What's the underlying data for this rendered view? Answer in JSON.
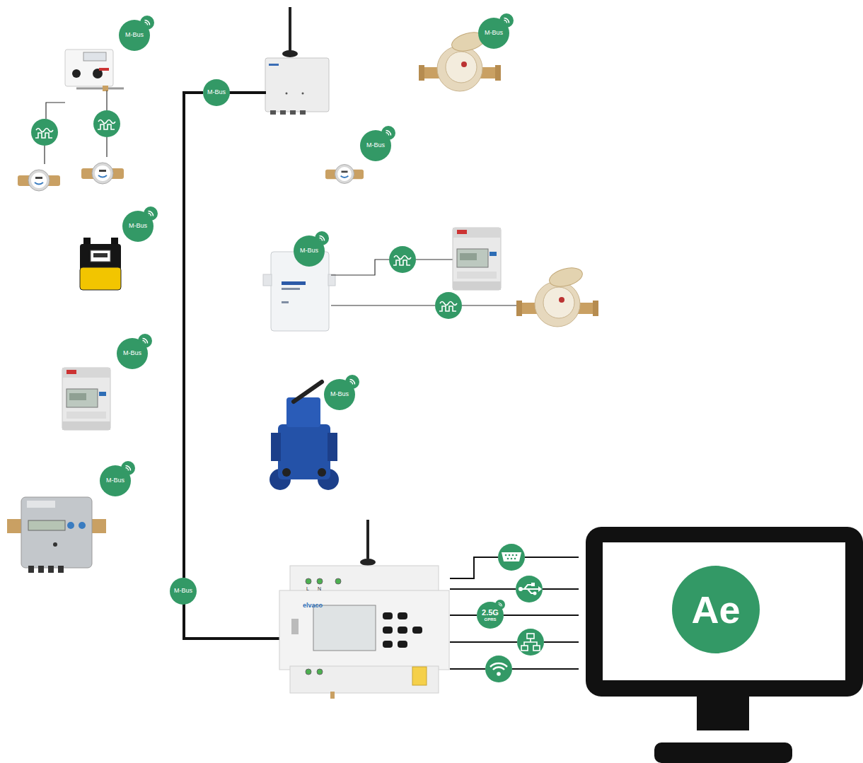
{
  "diagram": {
    "nodes": [
      {
        "text": [
          "M-Bus"
        ]
      },
      {
        "text": [
          "M-Bus"
        ]
      },
      {
        "text": [
          "M-Bus"
        ]
      },
      {
        "text": [
          "M-Bus"
        ]
      },
      {
        "text": [
          "M-Bus"
        ]
      },
      {
        "text": [
          "M-Bus"
        ]
      },
      {
        "text": [
          "M-Bus"
        ]
      },
      {
        "text": [
          "M-Bus"
        ]
      },
      {
        "text": [
          "M-Bus"
        ]
      },
      {
        "text": [
          "M-Bus"
        ]
      },
      {
        "text": [
          "2.5G",
          "GPRS"
        ]
      },
      {
        "text": [
          "Ae"
        ]
      }
    ],
    "edges": [
      {
        "from": 2,
        "to": 9,
        "arrow": "none"
      }
    ],
    "labels": [
      "elvaco",
      "L",
      "N"
    ]
  }
}
